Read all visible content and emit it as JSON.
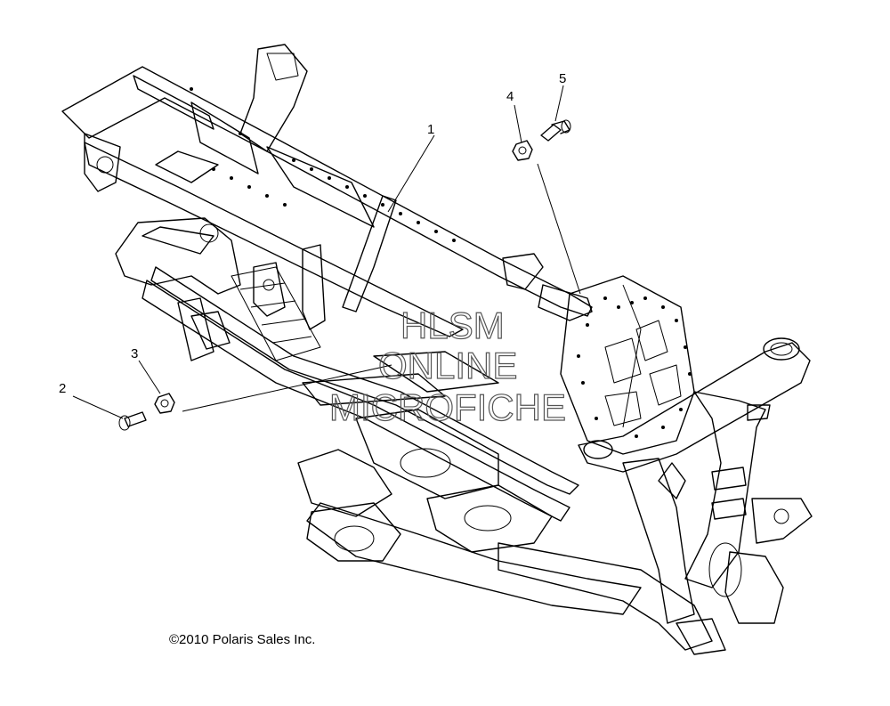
{
  "diagram": {
    "callouts": [
      {
        "id": "1",
        "label": "1"
      },
      {
        "id": "2",
        "label": "2"
      },
      {
        "id": "3",
        "label": "3"
      },
      {
        "id": "4",
        "label": "4"
      },
      {
        "id": "5",
        "label": "5"
      }
    ],
    "watermark": [
      "HLSM",
      "ONLINE",
      "MICROFICHE"
    ],
    "copyright": "©2010 Polaris Sales Inc."
  }
}
